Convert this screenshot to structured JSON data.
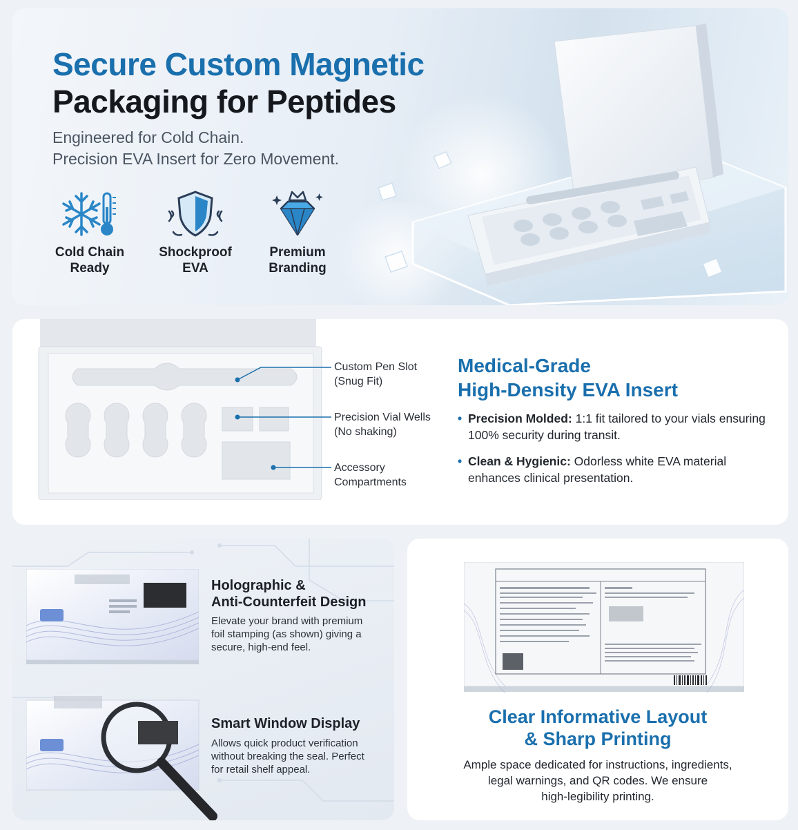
{
  "hero": {
    "title_line1": "Secure Custom Magnetic",
    "title_line2": "Packaging for Peptides",
    "subtitle_line1": "Engineered for Cold Chain.",
    "subtitle_line2": "Precision EVA Insert for Zero Movement.",
    "features": [
      {
        "icon": "snowflake-thermometer-icon",
        "line1": "Cold Chain",
        "line2": "Ready"
      },
      {
        "icon": "shield-icon",
        "line1": "Shockproof",
        "line2": "EVA"
      },
      {
        "icon": "diamond-crown-icon",
        "line1": "Premium",
        "line2": "Branding"
      }
    ]
  },
  "eva": {
    "callouts": [
      {
        "line1": "Custom Pen Slot",
        "line2": "(Snug Fit)"
      },
      {
        "line1": "Precision Vial Wells",
        "line2": "(No shaking)"
      },
      {
        "line1": "Accessory",
        "line2": "Compartments"
      }
    ],
    "title_line1": "Medical-Grade",
    "title_line2": "High-Density EVA Insert",
    "bullets": [
      {
        "bold": "Precision Molded:",
        "text": " 1:1 fit tailored to your vials ensuring 100% security during transit."
      },
      {
        "bold": "Clean & Hygienic:",
        "text": " Odorless white EVA material enhances clinical presentation."
      }
    ]
  },
  "holo": {
    "block1": {
      "title_line1": "Holographic &",
      "title_line2": "Anti-Counterfeit Design",
      "text_line1": "Elevate your brand with premium",
      "text_line2": "foil stamping (as shown) giving a",
      "text_line3": "secure, high-end feel."
    },
    "block2": {
      "title": "Smart Window Display",
      "text_line1": "Allows quick product verification",
      "text_line2": "without breaking the seal. Perfect",
      "text_line3": "for retail shelf appeal."
    }
  },
  "layout": {
    "title_line1": "Clear Informative Layout",
    "title_line2": "& Sharp Printing",
    "text_line1": "Ample space dedicated for instructions, ingredients,",
    "text_line2": "legal warnings, and QR codes. We ensure",
    "text_line3": "high-legibility printing."
  },
  "colors": {
    "accent": "#1a6fad",
    "dark": "#15181c"
  }
}
